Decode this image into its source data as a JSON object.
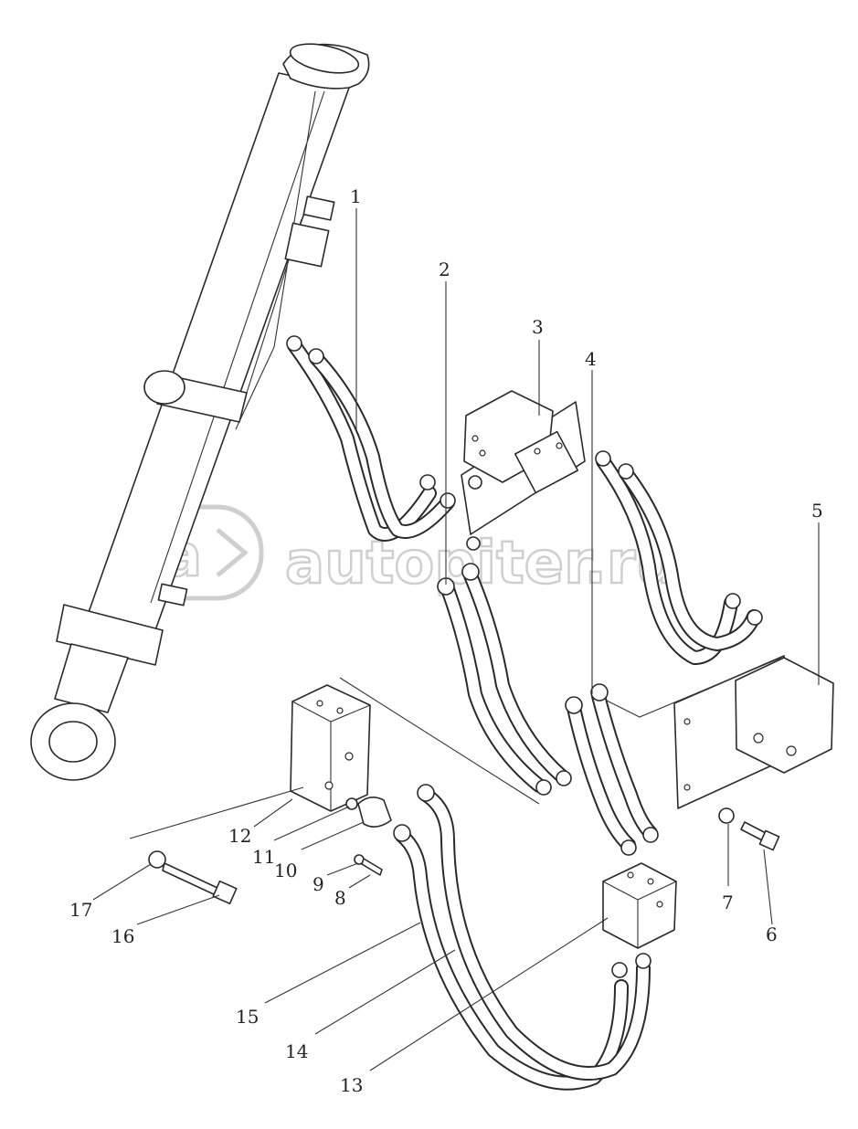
{
  "watermark": {
    "text": "autopiter.ru",
    "logo_letter": "a"
  },
  "callouts": [
    "1",
    "2",
    "3",
    "4",
    "5",
    "6",
    "7",
    "8",
    "9",
    "10",
    "11",
    "12",
    "13",
    "14",
    "15",
    "16",
    "17"
  ]
}
